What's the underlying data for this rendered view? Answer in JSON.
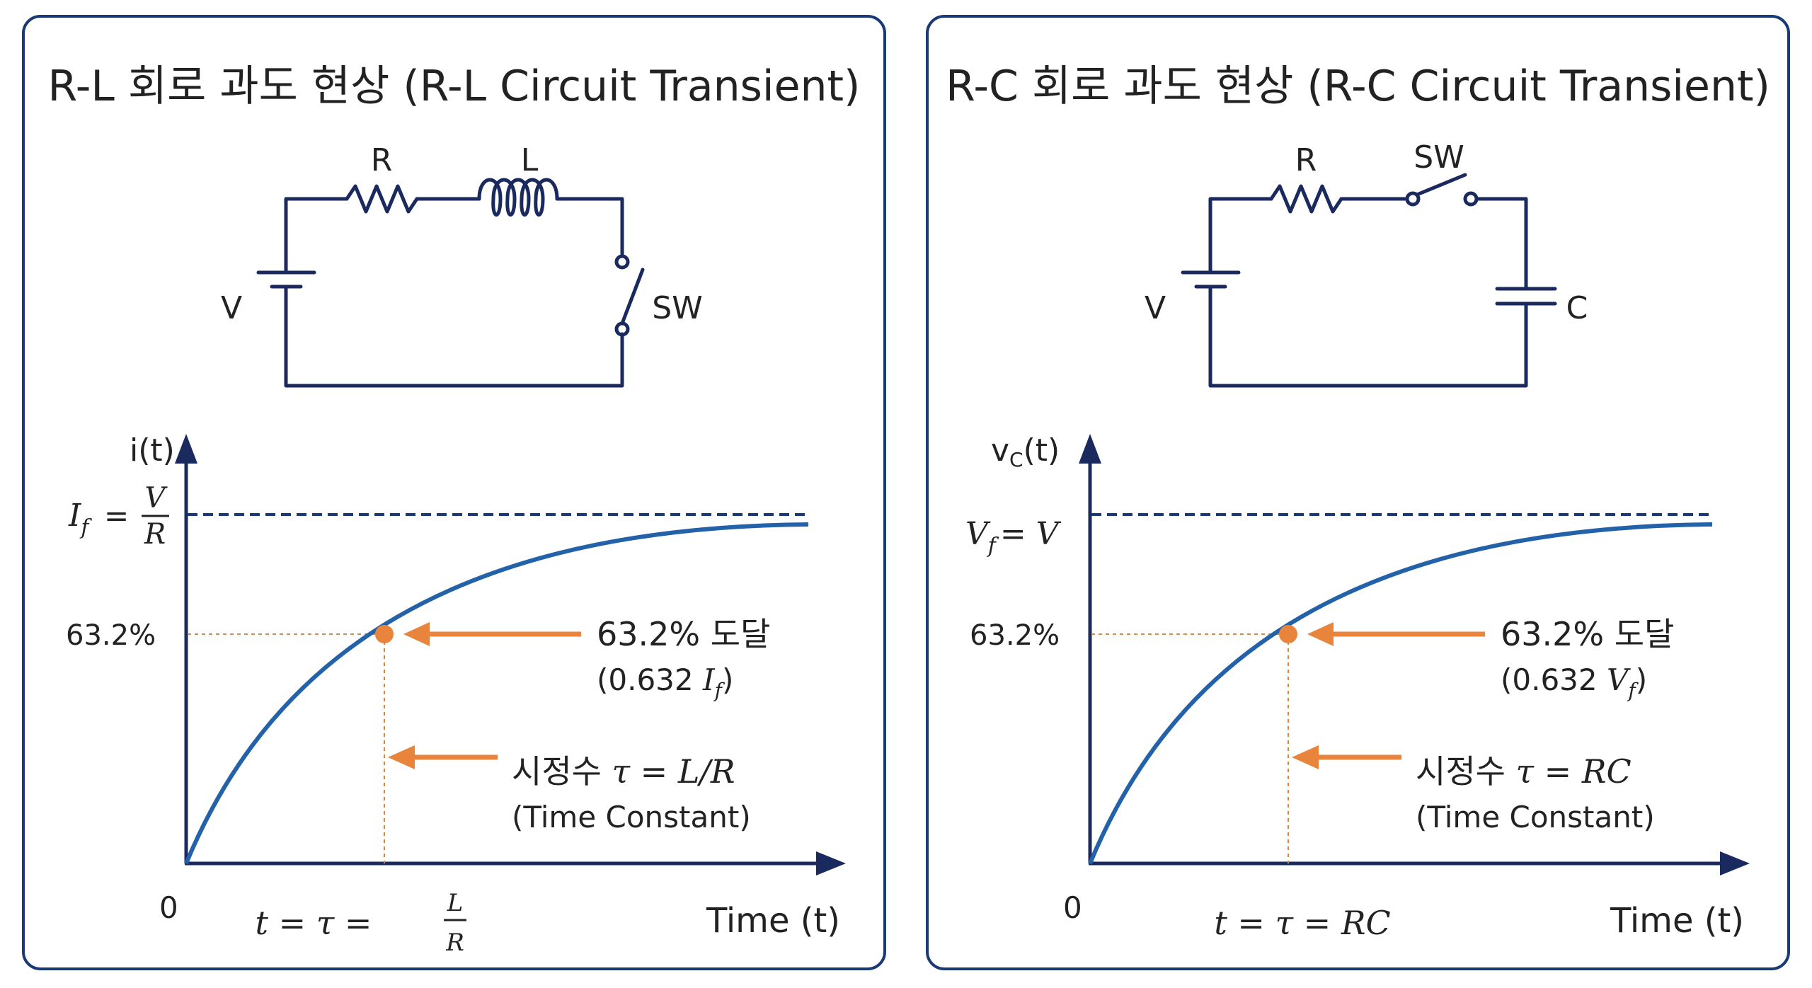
{
  "colors": {
    "border": "#1a3a75",
    "curve": "#2361a8",
    "highlight": "#e8843c",
    "circuit": "#1b2a5e",
    "text": "#222222"
  },
  "rl": {
    "title": "R-L 회로 과도 현상 (R-L Circuit Transient)",
    "circuit": {
      "resistor": "R",
      "inductor": "L",
      "switch": "SW",
      "source": "V"
    },
    "plot": {
      "y_label": "i(t)",
      "final_sym": "I",
      "final_sub": "f",
      "final_eq": "=",
      "final_num": "V",
      "final_den": "R",
      "pct_label": "63.2%",
      "origin": "0",
      "x_label": "Time (t)",
      "tau_lhs": "t = τ =",
      "tau_num": "L",
      "tau_den": "R",
      "reach_title": "63.2% 도달",
      "reach_pre": "(0.632 ",
      "reach_sym": "I",
      "reach_sub": "f",
      "reach_post": ")",
      "tc_prefix": "시정수",
      "tc_formula": "τ = L/R",
      "tc_en": "(Time Constant)"
    }
  },
  "rc": {
    "title": "R-C 회로 과도 현상 (R-C Circuit Transient)",
    "circuit": {
      "resistor": "R",
      "capacitor": "C",
      "switch": "SW",
      "source": "V"
    },
    "plot": {
      "y_label": "v",
      "y_sub": "C",
      "y_post": "(t)",
      "final_sym": "V",
      "final_sub": "f",
      "final_eq": "= V",
      "pct_label": "63.2%",
      "origin": "0",
      "x_label": "Time (t)",
      "tau_eq": "t = τ = RC",
      "reach_title": "63.2% 도달",
      "reach_pre": "(0.632 ",
      "reach_sym": "V",
      "reach_sub": "f",
      "reach_post": ")",
      "tc_prefix": "시정수",
      "tc_formula": "τ = RC",
      "tc_en": "(Time Constant)"
    }
  }
}
